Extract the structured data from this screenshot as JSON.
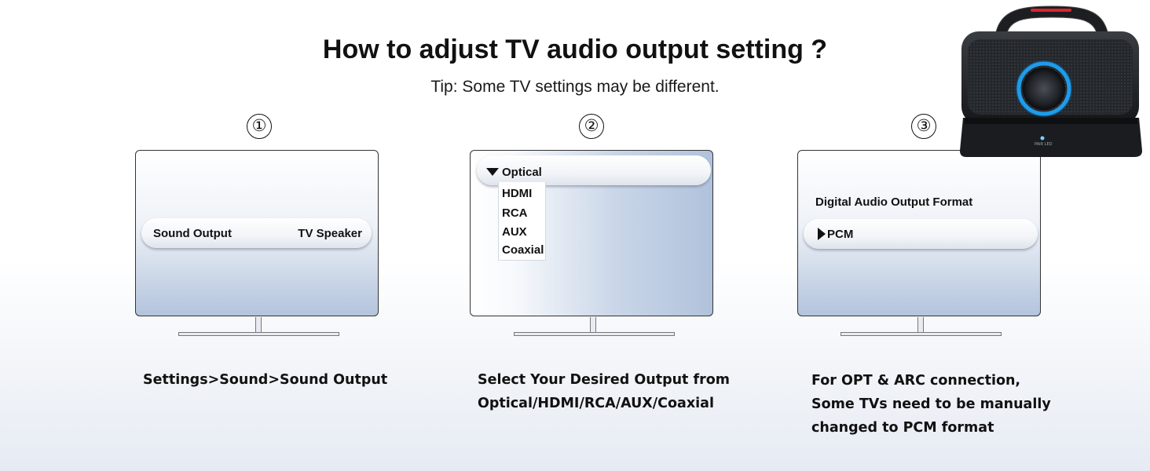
{
  "header": {
    "title": "How to adjust TV audio output setting ?",
    "tip": "Tip: Some TV settings may be different."
  },
  "steps": [
    {
      "number": "①",
      "screen": {
        "label": "Sound Output",
        "value": "TV Speaker"
      },
      "caption": [
        "Settings>Sound>Sound Output"
      ]
    },
    {
      "number": "②",
      "screen": {
        "selected": "Optical",
        "options": [
          "HDMI",
          "RCA",
          "AUX",
          "Coaxial"
        ]
      },
      "caption": [
        "Select Your Desired Output from",
        "Optical/HDMI/RCA/AUX/Coaxial"
      ]
    },
    {
      "number": "③",
      "screen": {
        "heading": "Digital Audio Output Format",
        "value": "PCM"
      },
      "caption": [
        "For OPT & ARC connection,",
        "Some TVs need to be manually",
        "changed to PCM format"
      ]
    }
  ],
  "product": {
    "icon": "portable-speaker-icon",
    "led_label": "PAIR LED",
    "accent": "#1fa8ff"
  },
  "colors": {
    "screen_gradient_bottom": "#b3c4dc",
    "text": "#111111"
  }
}
